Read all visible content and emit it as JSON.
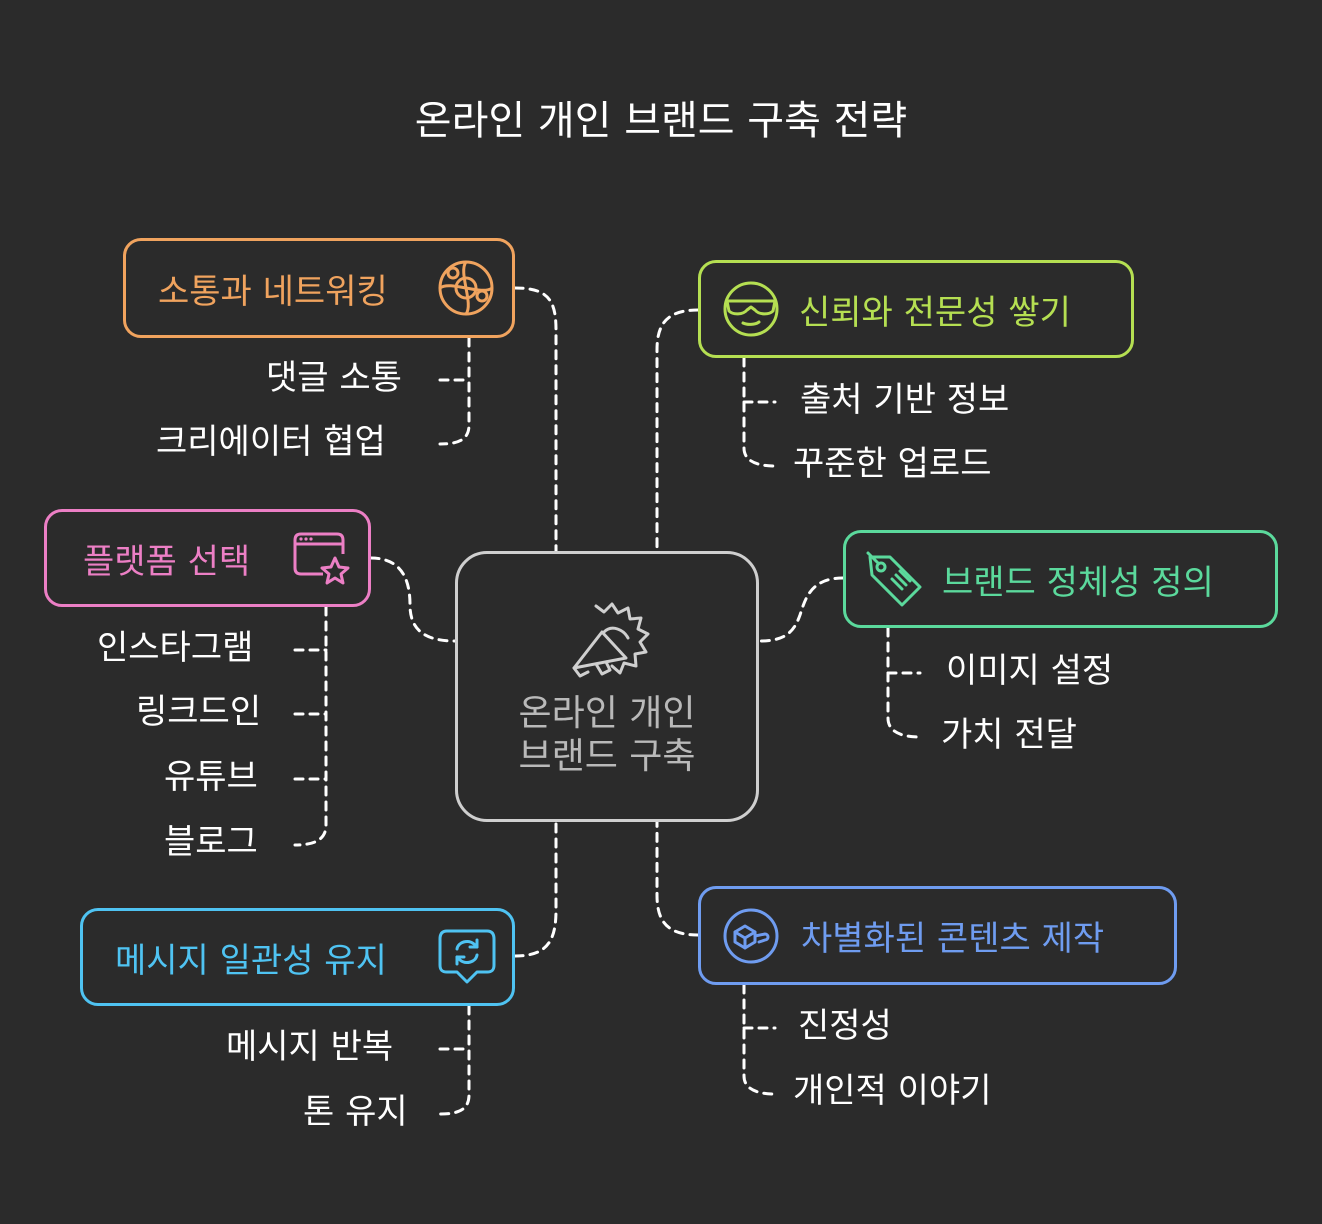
{
  "title": "온라인 개인 브랜드 구축 전략",
  "center": {
    "line1": "온라인 개인",
    "line2": "브랜드 구축",
    "icon": "megaphone-icon"
  },
  "branches": [
    {
      "id": "networking",
      "label": "소통과 네트워킹",
      "color": "#f0a35e",
      "icon": "globe-network-icon",
      "items": [
        "댓글 소통",
        "크리에이터 협업"
      ]
    },
    {
      "id": "platform",
      "label": "플랫폼 선택",
      "color": "#ec7fc5",
      "icon": "browser-star-icon",
      "items": [
        "인스타그램",
        "링크드인",
        "유튜브",
        "블로그"
      ]
    },
    {
      "id": "message",
      "label": "메시지 일관성 유지",
      "color": "#4fc3f2",
      "icon": "chat-refresh-icon",
      "items": [
        "메시지 반복",
        "톤 유지"
      ]
    },
    {
      "id": "trust",
      "label": "신뢰와 전문성 쌓기",
      "color": "#b5df52",
      "icon": "goggles-face-icon",
      "items": [
        "출처 기반 정보",
        "꾸준한 업로드"
      ]
    },
    {
      "id": "identity",
      "label": "브랜드 정체성 정의",
      "color": "#5bd99c",
      "icon": "price-tag-icon",
      "items": [
        "이미지 설정",
        "가치 전달"
      ]
    },
    {
      "id": "content",
      "label": "차별화된 콘텐츠 제작",
      "color": "#6f9cf0",
      "icon": "cube-hand-icon",
      "items": [
        "진정성",
        "개인적 이야기"
      ]
    }
  ]
}
